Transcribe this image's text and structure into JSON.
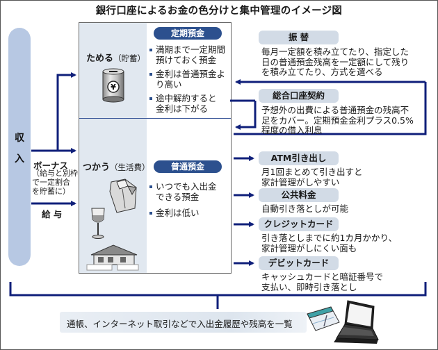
{
  "title": "銀行口座によるお金の色分けと集中管理のイメージ図",
  "income": {
    "label_chars": [
      "収",
      "入"
    ],
    "bonus": {
      "label": "ボーナス",
      "note_lines": [
        "（給与と別枠",
        "で一定割合",
        "を貯蓄に）"
      ]
    },
    "salary": "給 与"
  },
  "savings": {
    "label": "ためる",
    "sub": "（貯蓄）",
    "icon": "coin-bank-icon",
    "account": "定期預金",
    "points": [
      [
        "満期まで一定期間",
        "預けておく預金"
      ],
      [
        "金利は普通預金よ",
        "り高い"
      ],
      [
        "途中解約すると",
        "金利は下がる"
      ]
    ]
  },
  "spending": {
    "label": "つかう",
    "sub": "（生活費）",
    "icons": [
      "shirt-icon",
      "wine-glass-icon",
      "house-icon"
    ],
    "account": "普通預金",
    "points": [
      [
        "いつでも入出金",
        "できる預金"
      ],
      [
        "金利は低い"
      ]
    ]
  },
  "services": [
    {
      "label": "振 替",
      "desc": [
        "毎月一定額を積み立てたり、指定した",
        "日の普通預金残高を一定額にして残り",
        "を積み立てたり、方式を選べる"
      ]
    },
    {
      "label": "総合口座契約",
      "desc": [
        "予想外の出費による普通預金の残高不",
        "足をカバー。定期預金金利プラス0.5%",
        "程度の借入利息"
      ]
    },
    {
      "label": "ATM引き出し",
      "desc": [
        "月1回まとめて引き出すと",
        "家計管理がしやすい"
      ]
    },
    {
      "label": "公共料金",
      "desc": [
        "自動引き落としが可能"
      ]
    },
    {
      "label": "クレジットカード",
      "desc": [
        "引き落としまでに約1カ月かかり、",
        "家計管理がしにくい面も"
      ]
    },
    {
      "label": "デビットカード",
      "desc": [
        "キャッシュカードと暗証番号で",
        "支払い、即時引き落とし"
      ]
    }
  ],
  "footer": {
    "text": "通帳、インターネット取引などで入出金履歴や残高を一覧",
    "icons": [
      "passbook-icon",
      "laptop-icon"
    ]
  },
  "colors": {
    "arrow": "#0f1f7a",
    "pill_dark": "#2c508e",
    "pill_light": "#d2dbe6",
    "income_bar": "#b7c8e3",
    "panel_bg": "#e1e8f0"
  }
}
